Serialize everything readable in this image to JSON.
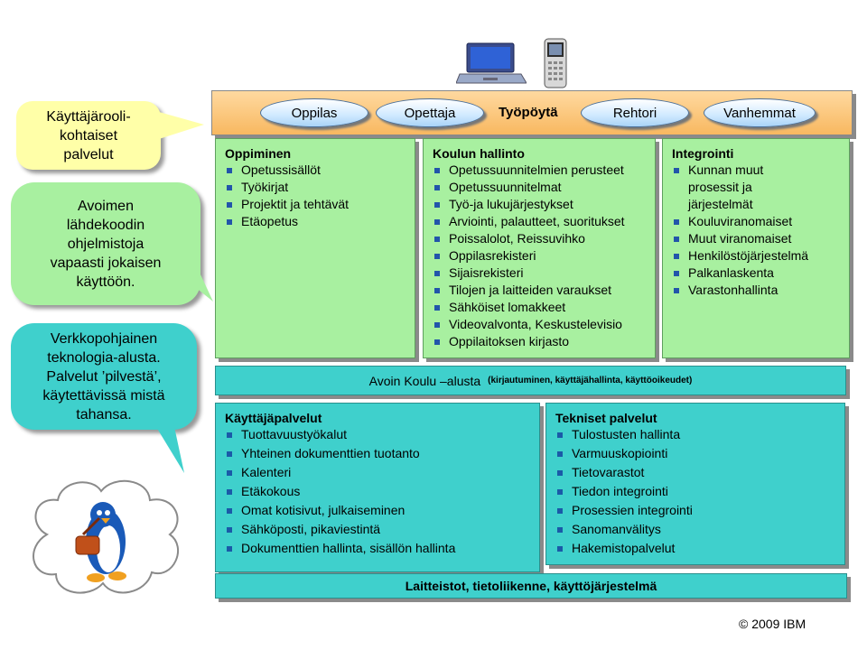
{
  "desktop": {
    "roles": [
      "Oppilas",
      "Opettaja",
      "Rehtori",
      "Vanhemmat"
    ],
    "label": "Työpöytä"
  },
  "bubbles": {
    "role_services": "Käyttäjärooli-kohtaiset palvelut",
    "open_source": "Avoimen lähdekoodin ohjelmistoja vapaasti jokaisen käyttöön.",
    "cloud": "Verkkopohjainen teknologia-alusta. Palvelut ’pilvestä’, käytettävissä mistä tahansa."
  },
  "learning": {
    "title": "Oppiminen",
    "items": [
      "Opetussisällöt",
      "Työkirjat",
      "Projektit ja tehtävät",
      "Etäopetus"
    ]
  },
  "admin": {
    "title": "Koulun hallinto",
    "items": [
      "Opetussuunnitelmien perusteet",
      "Opetussuunnitelmat",
      "Työ-ja lukujärjestykset",
      "Arviointi, palautteet, suoritukset",
      "Poissalolot, Reissuvihko",
      "Oppilasrekisteri",
      "Sijaisrekisteri",
      "Tilojen ja laitteiden varaukset",
      "Sähköiset lomakkeet",
      "Videovalvonta, Keskustelevisio",
      "Oppilaitoksen kirjasto"
    ]
  },
  "integration": {
    "title": "Integrointi",
    "items": [
      "Kunnan muut prosessit ja järjestelmät",
      "Kouluviranomaiset",
      "Muut viranomaiset",
      "Henkilöstöjärjestelmä",
      "Palkanlaskenta",
      "Varastonhallinta"
    ]
  },
  "platform": {
    "label": "Avoin Koulu –alusta",
    "detail": "(kirjautuminen, käyttäjähallinta, käyttöoikeudet)"
  },
  "user_services": {
    "title": "Käyttäjäpalvelut",
    "items": [
      "Tuottavuustyökalut",
      "Yhteinen dokumenttien tuotanto",
      "Kalenteri",
      "Etäkokous",
      "Omat kotisivut, julkaiseminen",
      "Sähköposti, pikaviestintä",
      "Dokumenttien hallinta, sisällön hallinta"
    ]
  },
  "tech_services": {
    "title": "Tekniset palvelut",
    "items": [
      "Tulostusten hallinta",
      "Varmuuskopiointi",
      "Tietovarastot",
      "Tiedon integrointi",
      "Prosessien integrointi",
      "Sanomanvälitys",
      "Hakemistopalvelut"
    ]
  },
  "infrastructure": {
    "label": "Laitteistot, tietoliikenne, käyttöjärjestelmä"
  },
  "copyright": "© 2009 IBM",
  "icons": [
    "laptop-icon",
    "mobile-phone-icon",
    "penguin-cloud-icon"
  ]
}
